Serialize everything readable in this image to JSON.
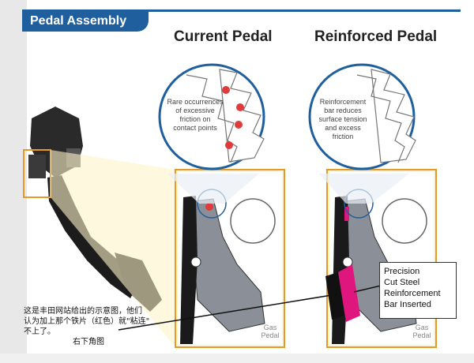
{
  "title": "Pedal Assembly",
  "headings": {
    "current": "Current Pedal",
    "reinforced": "Reinforced Pedal"
  },
  "current_circle_text": [
    "Rare occurrences",
    "of excessive",
    "friction on",
    "contact points"
  ],
  "reinforced_circle_text": [
    "Reinforcement",
    "bar reduces",
    "surface tension",
    "and excess",
    "friction"
  ],
  "gas_pedal_label": [
    "Gas",
    "Pedal"
  ],
  "callout_text": [
    "Precision",
    "Cut Steel",
    "Reinforcement",
    "Bar Inserted"
  ],
  "chinese_note": [
    "这是丰田网站给出的示意图，他们",
    "认为加上那个铁片（红色）就\"粘连\"",
    "不上了。"
  ],
  "chinese_note_2": "右下角图",
  "colors": {
    "brand_blue": "#1f5f9e",
    "highlight_orange": "#e39a2b",
    "friction_red": "#e03a3a",
    "reinforcement_magenta": "#e0167f"
  }
}
